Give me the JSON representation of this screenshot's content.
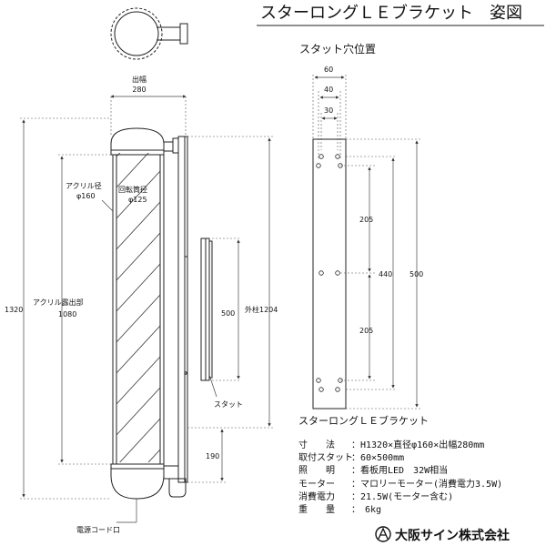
{
  "header": {
    "title": "スターロングＬＥブラケット　姿図"
  },
  "side_view": {
    "label_outlet_width": "出幅",
    "outlet_width": "280",
    "acrylic_dia_label": "アクリル径",
    "acrylic_dia": "φ160",
    "drum_dia_label": "回転筒径",
    "drum_dia": "φ125",
    "total_height": "1320",
    "acrylic_exposed_label": "アクリル露出部",
    "acrylic_exposed": "1080",
    "pole_label": "外柱1204",
    "bottom_gap": "190",
    "stud_length": "500",
    "stud_label": "スタット",
    "cord_label": "電源コード口"
  },
  "stud_view": {
    "title": "スタット穴位置",
    "w60": "60",
    "w40": "40",
    "w30": "30",
    "h205a": "205",
    "h440": "440",
    "h500": "500",
    "h205b": "205"
  },
  "specs": {
    "product": "スターロングＬＥブラケット",
    "rows": [
      {
        "k": "寸　　法",
        "v": "：H1320×直径φ160×出幅280mm"
      },
      {
        "k": "取付スタット",
        "v": "：60×500mm"
      },
      {
        "k": "照　　明",
        "v": "：看板用LED　32W相当"
      },
      {
        "k": "モーター",
        "v": "：マロリーモーター(消費電力3.5W)"
      },
      {
        "k": "消費電力",
        "v": "：21.5W(モーター含む)"
      },
      {
        "k": "重　　量",
        "v": "：　6kg"
      }
    ]
  },
  "company": {
    "name": "大阪サイン株式会社"
  }
}
